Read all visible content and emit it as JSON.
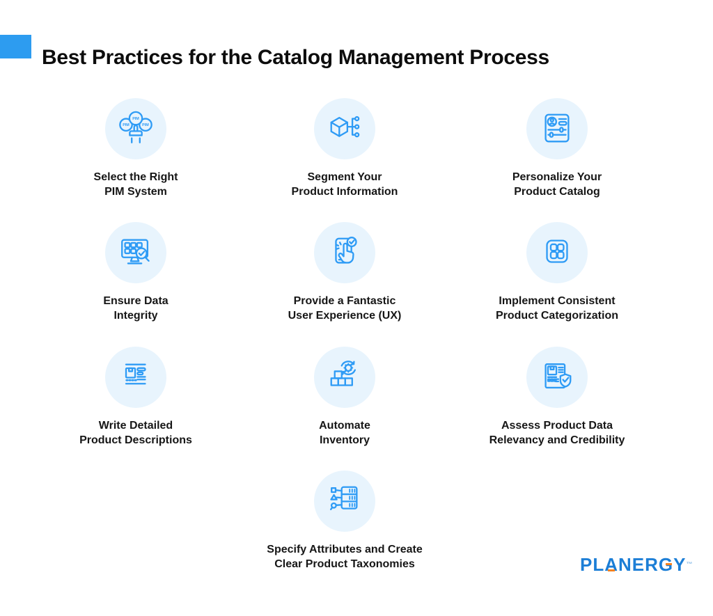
{
  "title": "Best Practices for the Catalog Management Process",
  "colors": {
    "accent": "#2D9CF0",
    "icon_stroke": "#2E9BF5",
    "icon_background": "#E8F4FD",
    "text": "#161616",
    "logo_blue": "#1C7ED6",
    "logo_orange": "#F5821F"
  },
  "pim_bubble_label": "PIM",
  "items": [
    {
      "icon": "pim-selection-icon",
      "line1": "Select the Right",
      "line2": "PIM System"
    },
    {
      "icon": "product-segmentation-icon",
      "line1": "Segment Your",
      "line2": "Product Information"
    },
    {
      "icon": "personalize-catalog-icon",
      "line1": "Personalize Your",
      "line2": "Product Catalog"
    },
    {
      "icon": "data-integrity-icon",
      "line1": "Ensure Data",
      "line2": "Integrity"
    },
    {
      "icon": "user-experience-icon",
      "line1": "Provide a Fantastic",
      "line2": "User Experience (UX)"
    },
    {
      "icon": "categorization-icon",
      "line1": "Implement Consistent",
      "line2": "Product Categorization"
    },
    {
      "icon": "product-description-icon",
      "line1": "Write Detailed",
      "line2": "Product Descriptions"
    },
    {
      "icon": "automate-inventory-icon",
      "line1": "Automate",
      "line2": "Inventory"
    },
    {
      "icon": "data-credibility-icon",
      "line1": "Assess Product Data",
      "line2": "Relevancy and Credibility"
    },
    {
      "icon": "taxonomy-icon",
      "line1": "Specify Attributes and Create",
      "line2": "Clear Product Taxonomies"
    }
  ],
  "logo": {
    "letters": [
      "P",
      "L",
      "A",
      "N",
      "E",
      "R",
      "G",
      "Y"
    ],
    "trademark": "™"
  }
}
